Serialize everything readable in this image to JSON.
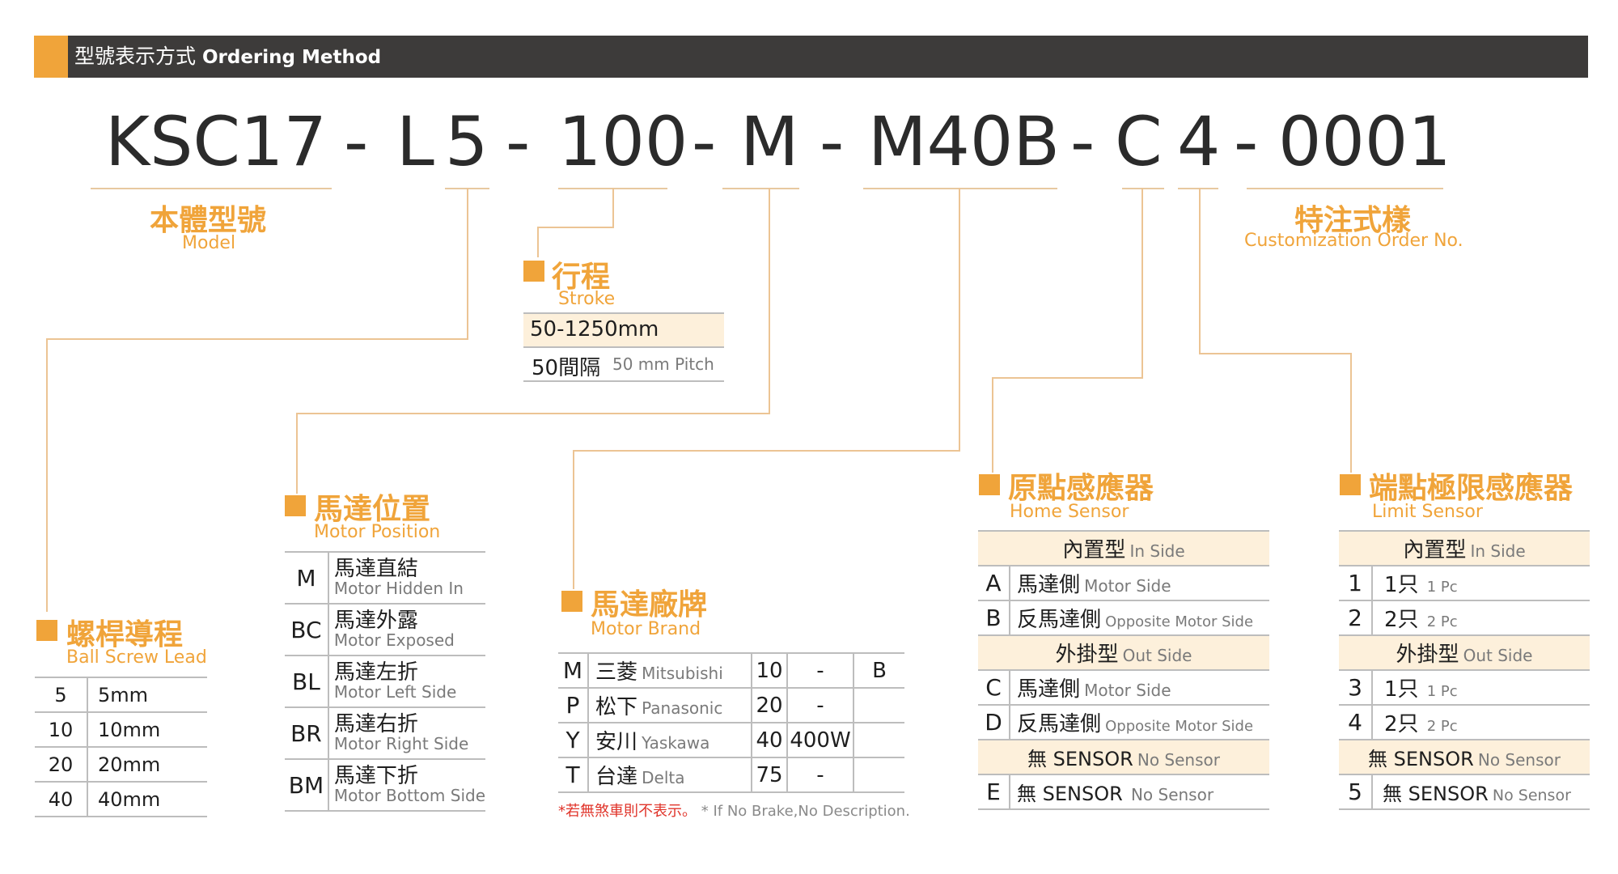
{
  "header": {
    "title_cn": "型號表示方式",
    "title_en": "Ordering Method"
  },
  "code": {
    "parts": [
      "KSC17",
      "-",
      "L",
      "5",
      "-",
      "100",
      "-",
      "M",
      "-",
      "M40B",
      "-",
      "C",
      "4",
      "-",
      "0001"
    ]
  },
  "model": {
    "cn": "本體型號",
    "en": "Model"
  },
  "custom": {
    "cn": "特注式樣",
    "en": "Customization Order No."
  },
  "stroke": {
    "cn": "行程",
    "en": "Stroke",
    "range": "50-1250mm",
    "pitch_cn": "50間隔",
    "pitch_en": "50 mm Pitch"
  },
  "lead": {
    "cn": "螺桿導程",
    "en": "Ball Screw Lead",
    "rows": [
      {
        "code": "5",
        "value": "5mm"
      },
      {
        "code": "10",
        "value": "10mm"
      },
      {
        "code": "20",
        "value": "20mm"
      },
      {
        "code": "40",
        "value": "40mm"
      }
    ]
  },
  "motor_position": {
    "cn": "馬達位置",
    "en": "Motor Position",
    "rows": [
      {
        "code": "M",
        "cn": "馬達直結",
        "en": "Motor Hidden In"
      },
      {
        "code": "BC",
        "cn": "馬達外露",
        "en": "Motor Exposed"
      },
      {
        "code": "BL",
        "cn": "馬達左折",
        "en": "Motor Left Side"
      },
      {
        "code": "BR",
        "cn": "馬達右折",
        "en": "Motor Right Side"
      },
      {
        "code": "BM",
        "cn": "馬達下折",
        "en": "Motor Bottom Side"
      }
    ]
  },
  "motor_brand": {
    "cn": "馬達廠牌",
    "en": "Motor Brand",
    "rows": [
      {
        "code": "M",
        "cn": "三菱",
        "en": "Mitsubishi",
        "num": "10",
        "watt": "-",
        "brake": "B"
      },
      {
        "code": "P",
        "cn": "松下",
        "en": "Panasonic",
        "num": "20",
        "watt": "-",
        "brake": ""
      },
      {
        "code": "Y",
        "cn": "安川",
        "en": "Yaskawa",
        "num": "40",
        "watt": "400W",
        "brake": ""
      },
      {
        "code": "T",
        "cn": "台達",
        "en": "Delta",
        "num": "75",
        "watt": "-",
        "brake": ""
      }
    ],
    "note_cn": "*若無煞車則不表示。",
    "note_en": "* If No Brake,No Description."
  },
  "home_sensor": {
    "cn": "原點感應器",
    "en": "Home Sensor",
    "in_cn": "內置型",
    "in_en": "In Side",
    "out_cn": "外掛型",
    "out_en": "Out Side",
    "in_rows": [
      {
        "code": "A",
        "cn": "馬達側",
        "en": "Motor Side"
      },
      {
        "code": "B",
        "cn": "反馬達側",
        "en": "Opposite Motor Side"
      }
    ],
    "out_rows": [
      {
        "code": "C",
        "cn": "馬達側",
        "en": "Motor Side"
      },
      {
        "code": "D",
        "cn": "反馬達側",
        "en": "Opposite Motor Side"
      }
    ],
    "none_cn": "無 SENSOR",
    "none_en": "No Sensor",
    "e_row": {
      "code": "E",
      "cn": "無 SENSOR",
      "en": "No Sensor"
    }
  },
  "limit_sensor": {
    "cn": "端點極限感應器",
    "en": "Limit Sensor",
    "in_cn": "內置型",
    "in_en": "In Side",
    "out_cn": "外掛型",
    "out_en": "Out Side",
    "in_rows": [
      {
        "code": "1",
        "cn": "1只",
        "en": "1 Pc"
      },
      {
        "code": "2",
        "cn": "2只",
        "en": "2 Pc"
      }
    ],
    "out_rows": [
      {
        "code": "3",
        "cn": "1只",
        "en": "1 Pc"
      },
      {
        "code": "4",
        "cn": "2只",
        "en": "2 Pc"
      }
    ],
    "none_cn": "無 SENSOR",
    "none_en": "No Sensor",
    "last_row": {
      "code": "5",
      "cn": "無 SENSOR",
      "en": "No Sensor"
    }
  },
  "colors": {
    "accent": "#f0a43a",
    "header_bg": "#3d3b3a",
    "row_highlight": "#fdf0db",
    "note_red": "#e0342a"
  }
}
